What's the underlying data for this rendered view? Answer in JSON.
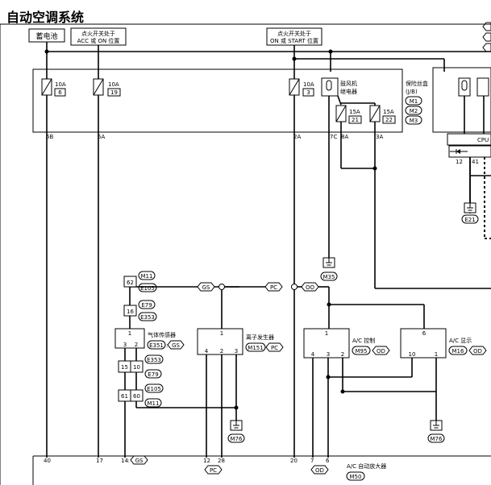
{
  "title": "自动空调系统",
  "power": {
    "battery": "蓄电池",
    "ign_acc_on": [
      "点火开关处于",
      "ACC 或 ON 位置"
    ],
    "ign_on_start": [
      "点火开关处于",
      "ON 或 START 位置"
    ]
  },
  "fuses": [
    {
      "amp": "10A",
      "num": "6"
    },
    {
      "amp": "10A",
      "num": "19"
    },
    {
      "amp": "10A",
      "num": "3"
    },
    {
      "amp": "15A",
      "num": "21"
    },
    {
      "amp": "15A",
      "num": "22"
    }
  ],
  "relay": [
    "鼓风机",
    "继电器"
  ],
  "fuse_box": {
    "name": "保险丝盒",
    "code": "(J/B)",
    "connectors": [
      "M1",
      "M2",
      "M3"
    ]
  },
  "cpu": "CPU",
  "jb_pins": [
    "6B",
    "5A",
    "2A",
    "7C",
    "8A",
    "3A"
  ],
  "right_pins": [
    "12",
    "41"
  ],
  "grounds": [
    "E21",
    "M35",
    "M76",
    "M76"
  ],
  "wire_colors": [
    "GS",
    "PC",
    "OO"
  ],
  "gas_sensor": {
    "name": "气体传感器",
    "code": "E351",
    "wire": "GS",
    "pins": [
      "1",
      "3",
      "2"
    ],
    "chain_top": [
      {
        "pin": "62",
        "conns": [
          "M11",
          "E105"
        ]
      },
      {
        "pin": "16",
        "conns": [
          "E79",
          "E353"
        ]
      }
    ],
    "chain_bottom": [
      {
        "pins": [
          "15",
          "10"
        ],
        "conns": [
          "E353",
          "E79"
        ]
      },
      {
        "pins": [
          "61",
          "60"
        ],
        "conns": [
          "E105",
          "M11"
        ]
      }
    ]
  },
  "ion_generator": {
    "name": "离子发生器",
    "code": "M151",
    "wire": "PC",
    "pins": [
      "1",
      "4",
      "2",
      "3"
    ]
  },
  "ac_control": {
    "name": "A/C 控制",
    "code": "M95",
    "wire": "OD",
    "pins": [
      "1",
      "4",
      "3",
      "2"
    ]
  },
  "ac_display": {
    "name": "A/C 显示",
    "code": "M16",
    "wire": "OD",
    "pins": [
      "6",
      "10",
      "1"
    ]
  },
  "amplifier": {
    "name": "A/C 自动放大器",
    "code": "M50",
    "pins": [
      "40",
      "17",
      "14",
      "12",
      "28",
      "20",
      "7",
      "6"
    ],
    "wire_labels": [
      "GS",
      "PC",
      "OD"
    ]
  }
}
